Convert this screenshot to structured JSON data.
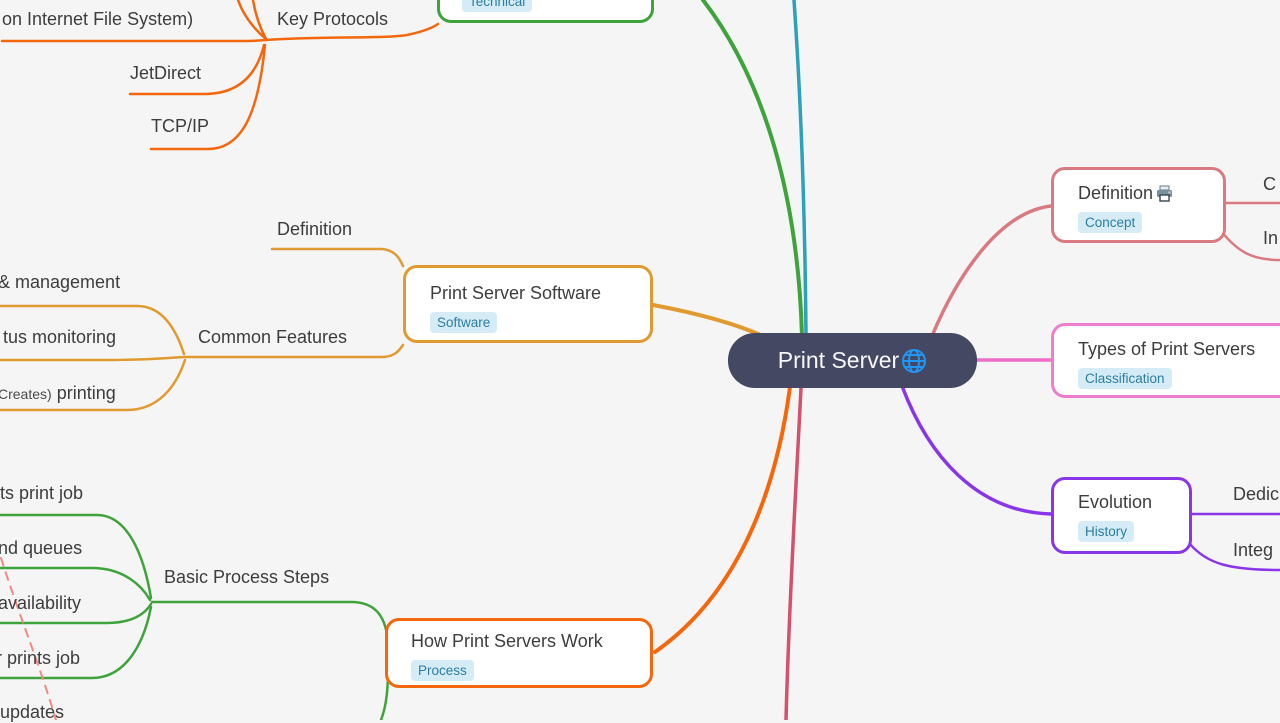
{
  "root": {
    "label": "Print Server",
    "icon": "globe-icon"
  },
  "colors": {
    "background": "#f5f5f6",
    "root_fill": "#454862",
    "orange_branch": "#f4670d",
    "amber_branch": "#e09a2f",
    "green_branch": "#3fa33c",
    "teal_branch": "#2ba1bb",
    "rose_branch": "#d97980",
    "crimson_branch": "#d4506b",
    "pink_branch": "#ee6fc8",
    "purple_branch": "#8936e8",
    "dashed_line": "#f18a7e",
    "badge_bg": "#d5ecf7",
    "badge_text": "#2b7da1",
    "text": "#3d3d3d"
  },
  "technical": {
    "badge": "Technical"
  },
  "key_protocols": {
    "label": "Key Protocols",
    "children": [
      "on Internet File System)",
      "JetDirect",
      "TCP/IP"
    ]
  },
  "software": {
    "label": "Print Server Software",
    "badge": "Software",
    "children": [
      "Definition",
      "Common Features"
    ]
  },
  "common_features": {
    "children": [
      "& management",
      "tus monitoring"
    ],
    "printing": {
      "prefix": "Creates)",
      "text": "printing"
    }
  },
  "how": {
    "label": "How Print Servers Work",
    "badge": "Process"
  },
  "basic_steps": {
    "label": "Basic Process Steps",
    "children": [
      "ts print job",
      "nd queues",
      "availability",
      "r prints job",
      "updates"
    ]
  },
  "definition": {
    "label": "Definition",
    "icon": "printer-icon",
    "badge": "Concept",
    "children": [
      "C",
      "In"
    ]
  },
  "types": {
    "label": "Types of Print Servers",
    "badge": "Classification"
  },
  "evolution": {
    "label": "Evolution",
    "badge": "History",
    "children": [
      "Dedic",
      "Integ"
    ]
  }
}
